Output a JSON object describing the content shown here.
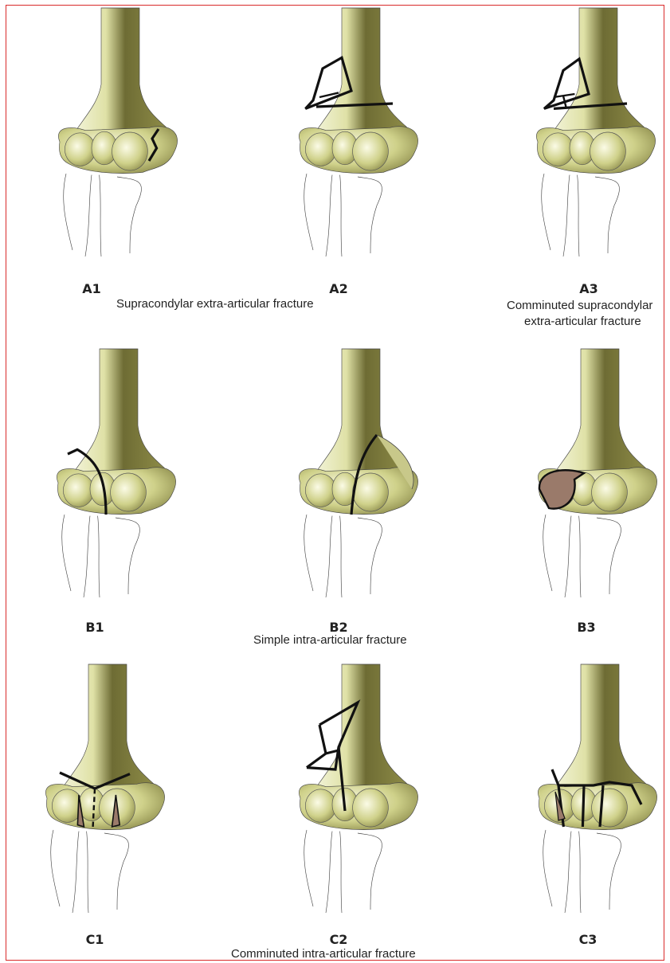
{
  "colors": {
    "frame": "#d92a2a",
    "bone_light": "#e9ecbf",
    "bone_mid": "#b8b96a",
    "bone_dark": "#5a5a2c",
    "fracture_line": "#111111",
    "cancellous": "#8a6a5a"
  },
  "panels": [
    {
      "code": "A1",
      "fracture": "supracondylar-simple"
    },
    {
      "code": "A2",
      "fracture": "supracondylar-wedge"
    },
    {
      "code": "A3",
      "fracture": "supracondylar-comminuted"
    },
    {
      "code": "B1",
      "fracture": "lateral-condyle"
    },
    {
      "code": "B2",
      "fracture": "medial-condyle"
    },
    {
      "code": "B3",
      "fracture": "frontal-capitellum"
    },
    {
      "code": "C1",
      "fracture": "t-y-simple"
    },
    {
      "code": "C2",
      "fracture": "t-y-metaphyseal-comminuted"
    },
    {
      "code": "C3",
      "fracture": "fully-comminuted"
    }
  ],
  "captions": {
    "row_a": "Supracondylar extra-articular fracture",
    "row_a3_line1": "Comminuted supracondylar",
    "row_a3_line2": "extra-articular fracture",
    "row_b": "Simple intra-articular fracture",
    "row_c": "Comminuted intra-articular fracture"
  }
}
